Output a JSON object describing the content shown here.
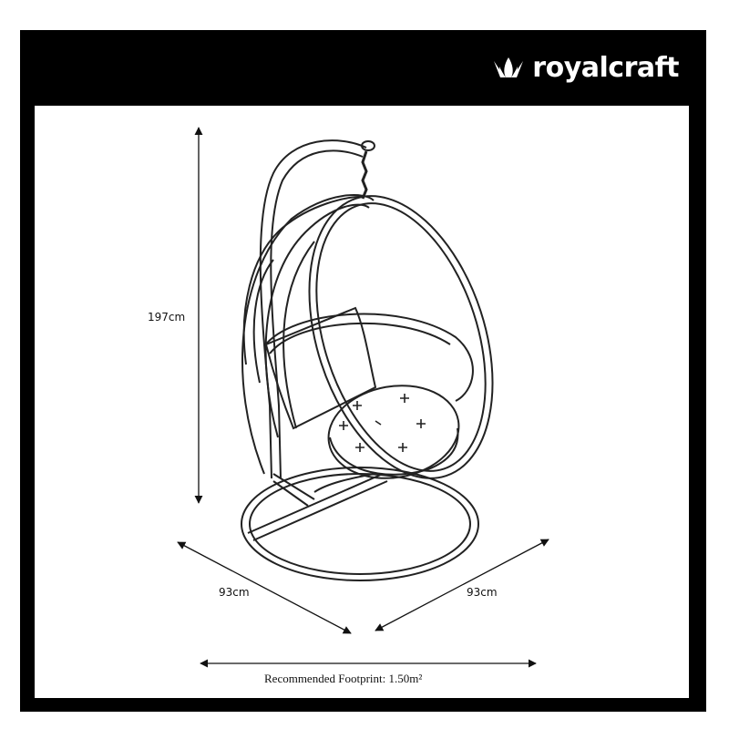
{
  "brand": {
    "name": "royalcraft",
    "logo_icon": "crown-petal-logo"
  },
  "dimensions": {
    "height": "197cm",
    "width": "93cm",
    "depth": "93cm"
  },
  "footprint": {
    "label": "Recommended Footprint: 1.50m²"
  },
  "colors": {
    "frame": "#000000",
    "background": "#ffffff",
    "line": "#222222"
  }
}
